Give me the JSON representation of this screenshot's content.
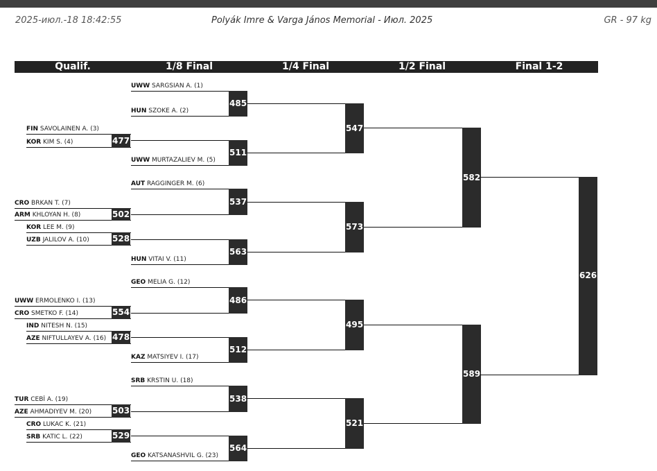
{
  "header": {
    "timestamp": "2025-июл.-18 18:42:55",
    "title": "Polyák Imre & Varga János Memorial - Июл. 2025",
    "category": "GR - 97 kg"
  },
  "columns": [
    "Qualif.",
    "1/8 Final",
    "1/4 Final",
    "1/2 Final",
    "Final 1-2"
  ],
  "athletes": [
    {
      "country": "UWW",
      "name": "SARGSIAN A. (1)"
    },
    {
      "country": "HUN",
      "name": "SZOKE A. (2)"
    },
    {
      "country": "FIN",
      "name": "SAVOLAINEN A. (3)"
    },
    {
      "country": "KOR",
      "name": "KIM S. (4)"
    },
    {
      "country": "UWW",
      "name": "MURTAZALIEV M. (5)"
    },
    {
      "country": "AUT",
      "name": "RAGGINGER M. (6)"
    },
    {
      "country": "CRO",
      "name": "BRKAN T. (7)"
    },
    {
      "country": "ARM",
      "name": "KHLOYAN H. (8)"
    },
    {
      "country": "KOR",
      "name": "LEE M. (9)"
    },
    {
      "country": "UZB",
      "name": "JALILOV A. (10)"
    },
    {
      "country": "HUN",
      "name": "VITAI V. (11)"
    },
    {
      "country": "GEO",
      "name": "MELIA G. (12)"
    },
    {
      "country": "UWW",
      "name": "ERMOLENKO I. (13)"
    },
    {
      "country": "CRO",
      "name": "SMETKO F. (14)"
    },
    {
      "country": "IND",
      "name": "NITESH N. (15)"
    },
    {
      "country": "AZE",
      "name": "NIFTULLAYEV A. (16)"
    },
    {
      "country": "KAZ",
      "name": "MATSIYEV I. (17)"
    },
    {
      "country": "SRB",
      "name": "KRSTIN U. (18)"
    },
    {
      "country": "TUR",
      "name": "CEBİ A. (19)"
    },
    {
      "country": "AZE",
      "name": "AHMADIYEV M. (20)"
    },
    {
      "country": "CRO",
      "name": "LUKAC K. (21)"
    },
    {
      "country": "SRB",
      "name": "KATIC L. (22)"
    },
    {
      "country": "GEO",
      "name": "KATSANASHVIL G. (23)"
    }
  ],
  "bouts": {
    "qualification": [
      "477",
      "502",
      "528",
      "554",
      "478",
      "503",
      "529"
    ],
    "eighth_final": [
      "485",
      "511",
      "537",
      "563",
      "486",
      "512",
      "538",
      "564"
    ],
    "quarter_final": [
      "547",
      "573",
      "495",
      "521"
    ],
    "semi_final": [
      "582",
      "589"
    ],
    "final": [
      "626"
    ]
  }
}
